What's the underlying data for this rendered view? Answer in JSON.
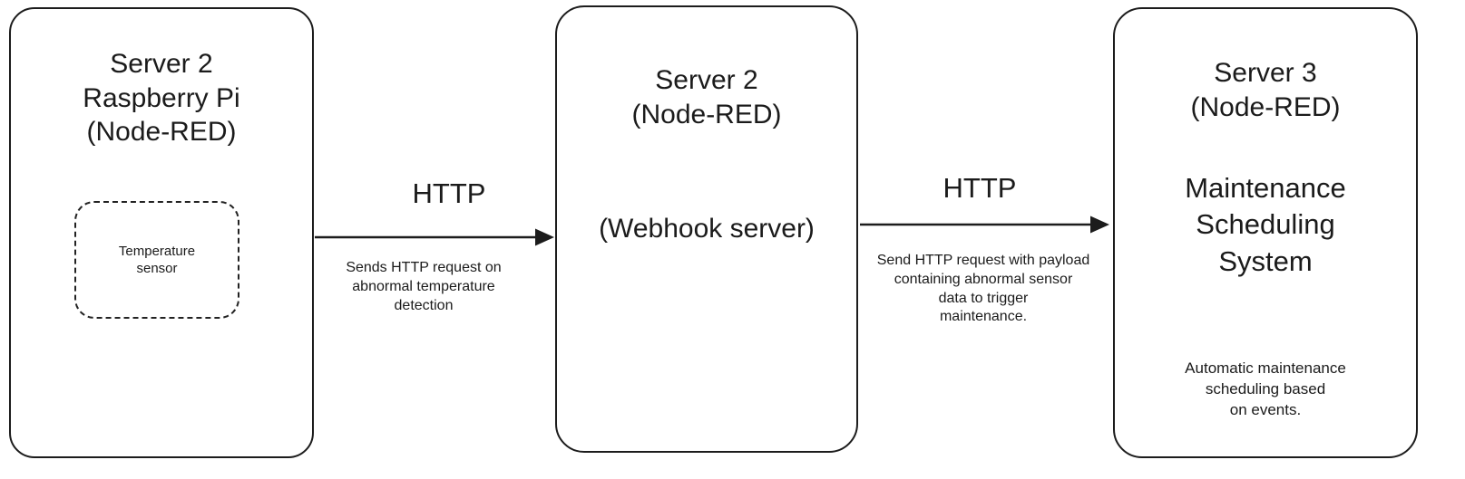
{
  "colors": {
    "stroke": "#1c1c1c",
    "background": "#ffffff",
    "text": "#1b1b1b"
  },
  "nodes": {
    "left": {
      "title": "Server 2\nRaspberry Pi\n(Node-RED)",
      "sensor": "Temperature\nsensor"
    },
    "middle": {
      "title": "Server 2\n(Node-RED)",
      "subtitle": "(Webhook server)"
    },
    "right": {
      "title": "Server 3\n(Node-RED)",
      "subtitle": "Maintenance\nScheduling\nSystem",
      "note": "Automatic maintenance\nscheduling based\non events."
    }
  },
  "arrows": {
    "first": {
      "label": "HTTP",
      "description": "Sends HTTP request on\nabnormal temperature\ndetection"
    },
    "second": {
      "label": "HTTP",
      "description": "Send HTTP request with payload\ncontaining abnormal sensor\ndata to trigger\nmaintenance."
    }
  }
}
